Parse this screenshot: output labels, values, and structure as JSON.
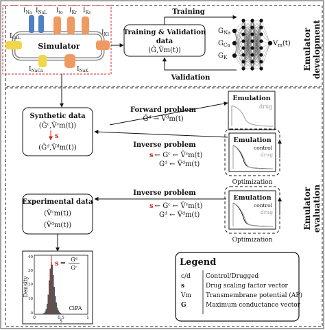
{
  "sections": {
    "development": [
      "Emulator",
      "development"
    ],
    "evaluation": [
      "Emulator",
      "evaluation"
    ]
  },
  "simulator": {
    "title": "Simulator",
    "channels": {
      "na": "I",
      "na_sub": "Na",
      "nal": "I",
      "nal_sub": "NaL",
      "to": "I",
      "to_sub": "to",
      "kr": "I",
      "kr_sub": "Kr",
      "ks": "I",
      "ks_sub": "Ks",
      "cal": "I",
      "cal_sub": "CaL",
      "k1": "I",
      "k1_sub": "K1",
      "naca": "I",
      "naca_sub": "NaCa",
      "nak": "I",
      "nak_sub": "NaK"
    }
  },
  "arrows": {
    "training": "Training",
    "validation": "Validation"
  },
  "training_box": {
    "line1": "Training & Validation",
    "line2": "data",
    "line3": "(Ĝ,V̂m(t))"
  },
  "network": {
    "inputs": [
      "GNa",
      "GCa",
      "GK"
    ],
    "input_labels": [
      "G",
      "G",
      "G"
    ],
    "input_subs": [
      "Na",
      "Ca",
      "K"
    ],
    "output": "V",
    "output_sub": "m",
    "output_suffix": "(t)"
  },
  "synthetic": {
    "title": "Synthetic data",
    "tuple1": "(Ĝᶜ,V̂ᶜm(t))",
    "s_label": "s",
    "tuple2": "(Ĝᵈ,V̂ᵈm(t))"
  },
  "forward": {
    "title": "Forward problem",
    "eq": "Ĝᵈ → V̂ᵈm(t)"
  },
  "inverse1": {
    "title": "Inverse problem",
    "line1_s": "s",
    "line1": "← Gᶜ ← V̂ᶜm(t)",
    "line2": "Gᵈ ← V̂ᵈm(t)"
  },
  "inverse2": {
    "title": "Inverse problem",
    "line1_s": "s",
    "line1": "← Gᶜ ← V̂ᶜm(t)",
    "line2": "Gᵈ ← V̂ᵈm(t)"
  },
  "emulation_boxes": [
    {
      "title": "Emulation",
      "label_drug": "drug"
    },
    {
      "title": "Emulation",
      "label_control": "control",
      "label_drug": "drug",
      "caption": "Optimization"
    },
    {
      "title": "Emulation",
      "label_control": "control",
      "label_drug": "drug",
      "caption": "Optimization"
    }
  ],
  "experimental": {
    "title": "Experimental data",
    "tuple1": "(V̂ᶜm(t))",
    "tuple2": "(V̂ᵈm(t))"
  },
  "histogram": {
    "ylabel": "Density",
    "xlabel": "s",
    "ticks_x": [
      "0",
      "0.5",
      "1"
    ],
    "ticks_y": [
      "0",
      "10",
      "20",
      "30",
      "40"
    ],
    "annot_s": "s",
    "annot_eq": "=",
    "annot_num": "Gᵈ",
    "annot_den": "Gᶜ",
    "source": "CiPA"
  },
  "legend": {
    "title": "Legend",
    "items": [
      {
        "sym": "c/d",
        "desc": "Control/Drugged"
      },
      {
        "sym": "s",
        "desc": "Drug scaling factor vector"
      },
      {
        "sym": "Vm",
        "desc": "Transmembrane potential (AP)"
      },
      {
        "sym": "G",
        "desc": "Maximum conductance vector"
      }
    ]
  },
  "colors": {
    "red": "#d62020",
    "blue_channel": "#4f7fc4",
    "orange_channel": "#ef9a62",
    "yellow_channel": "#f2d64a",
    "gray": "#999999"
  }
}
